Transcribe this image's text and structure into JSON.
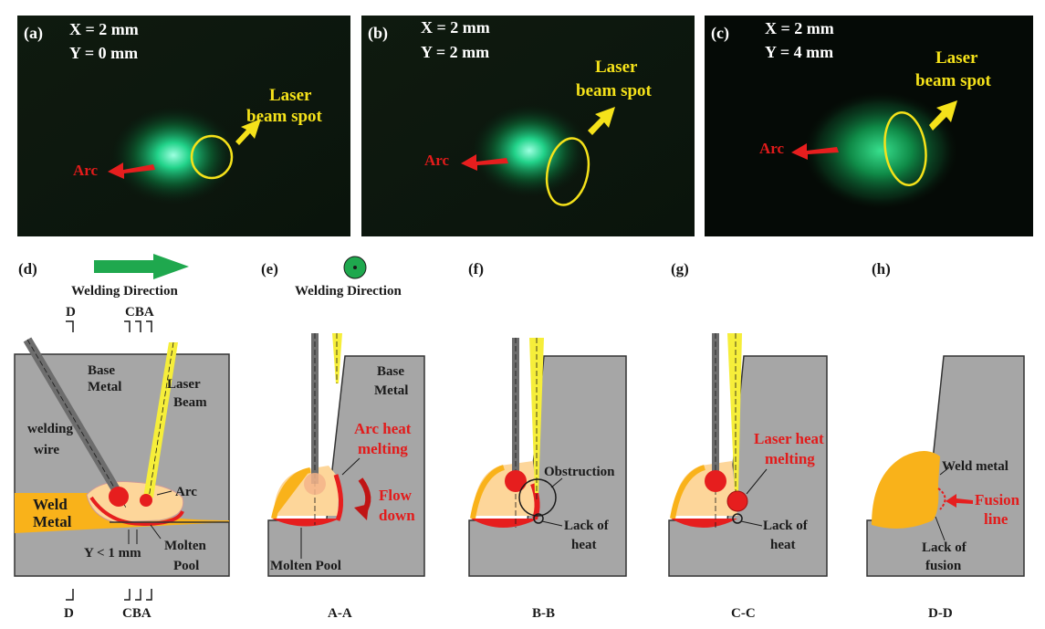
{
  "photos": [
    {
      "label": "(a)",
      "x_text": "X = 2 mm",
      "y_text": "Y = 0 mm",
      "spot_text_1": "Laser",
      "spot_text_2": "beam spot",
      "arc_text": "Arc"
    },
    {
      "label": "(b)",
      "x_text": "X = 2 mm",
      "y_text": "Y = 2 mm",
      "spot_text_1": "Laser",
      "spot_text_2": "beam spot",
      "arc_text": "Arc"
    },
    {
      "label": "(c)",
      "x_text": "X = 2 mm",
      "y_text": "Y = 4 mm",
      "spot_text_1": "Laser",
      "spot_text_2": "beam spot",
      "arc_text": "Arc"
    }
  ],
  "panel_d": {
    "label": "(d)",
    "direction": "Welding Direction",
    "sec_top_d": "D",
    "sec_top_cba": "CBA",
    "base_metal_1": "Base",
    "base_metal_2": "Metal",
    "laser_1": "Laser",
    "laser_2": "Beam",
    "wire_1": "welding",
    "wire_2": "wire",
    "weld_1": "Weld",
    "weld_2": "Metal",
    "arc": "Arc",
    "y_dim": "Y < 1 mm",
    "molten_1": "Molten",
    "molten_2": "Pool",
    "sec_bot_d": "D",
    "sec_bot_cba": "CBA"
  },
  "panel_e": {
    "label": "(e)",
    "direction": "Welding Direction",
    "base_1": "Base",
    "base_2": "Metal",
    "heat_1": "Arc heat",
    "heat_2": "melting",
    "flow_1": "Flow",
    "flow_2": "down",
    "molten": "Molten Pool",
    "section": "A-A"
  },
  "panel_f": {
    "label": "(f)",
    "obstruction": "Obstruction",
    "lack_1": "Lack of",
    "lack_2": "heat",
    "section": "B-B"
  },
  "panel_g": {
    "label": "(g)",
    "heat_1": "Laser heat",
    "heat_2": "melting",
    "lack_1": "Lack of",
    "lack_2": "heat",
    "section": "C-C"
  },
  "panel_h": {
    "label": "(h)",
    "weld": "Weld metal",
    "fusion_1": "Fusion",
    "fusion_2": "line",
    "lack_1": "Lack of",
    "lack_2": "fusion",
    "section": "D-D"
  },
  "colors": {
    "base_metal": "#a6a6a6",
    "molten": "#fdd69a",
    "weld": "#f9b21a",
    "arc": "#e61e1e",
    "laser": "#f6ee3a",
    "wire": "#6d6d6d",
    "arrow_green": "#1fa84e",
    "highlight_yellow": "#f5e21a"
  }
}
